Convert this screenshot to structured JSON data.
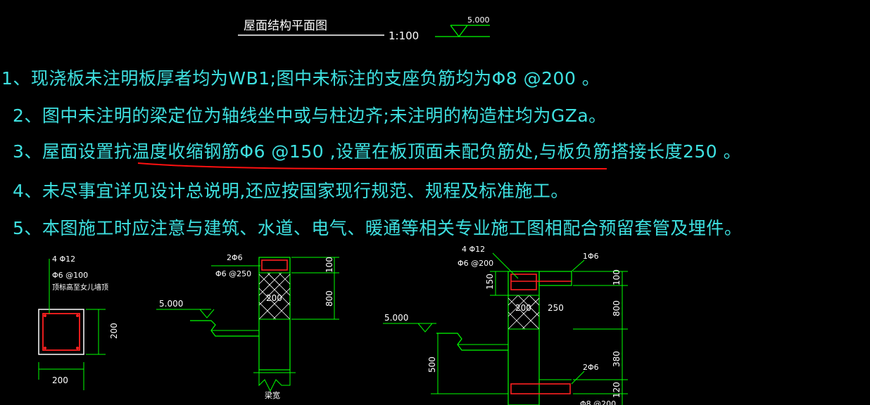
{
  "title": "屋面结构平面图",
  "scale": "1:100",
  "top_elevation": "5.000",
  "notes": [
    "1、现浇板未注明板厚者均为WB1;图中未标注的支座负筋均为Φ8 @200 。",
    "2、图中未注明的梁定位为轴线坐中或与柱边齐;未注明的构造柱均为GZa。",
    "3、屋面设置抗温度收缩钢筋Φ6 @150 ,设置在板顶面未配负筋处,与板负筋搭接长度250 。",
    "4、未尽事宜详见设计总说明,还应按国家现行规范、规程及标准施工。",
    "5、本图施工时应注意与建筑、水道、电气、暖通等相关专业施工图相配合预留套管及埋件。"
  ],
  "detail1": {
    "label_bars": "4 Φ12",
    "label_stirrup": "Φ6 @100",
    "label_note": "顶标高至女儿墙顶",
    "dim_width": "200",
    "dim_height": "200"
  },
  "detail2": {
    "label_bars": "2Φ6",
    "label_stirrup": "Φ6 @250",
    "label_inner": "200",
    "dim_top": "100",
    "dim_mid": "800",
    "elevation": "5.000",
    "label_bottom": "梁宽"
  },
  "detail3": {
    "label_bars": "4 Φ12",
    "label_stirrup": "Φ6 @200",
    "label_bar_right": "1Φ6",
    "label_bar_low": "2Φ6",
    "dim_150": "150",
    "dim_200": "200",
    "dim_250": "250",
    "dim_100": "100",
    "dim_800": "800",
    "dim_380": "380",
    "dim_120": "120",
    "dim_500": "500",
    "elevation": "5.000",
    "label_bottom_cut": "Φ8 @200"
  },
  "colors": {
    "note_text": "#3ee0e0",
    "line_green": "#00ff00",
    "rebar_red": "#ff2020",
    "underline_red": "#ff1010",
    "white": "#ffffff"
  }
}
